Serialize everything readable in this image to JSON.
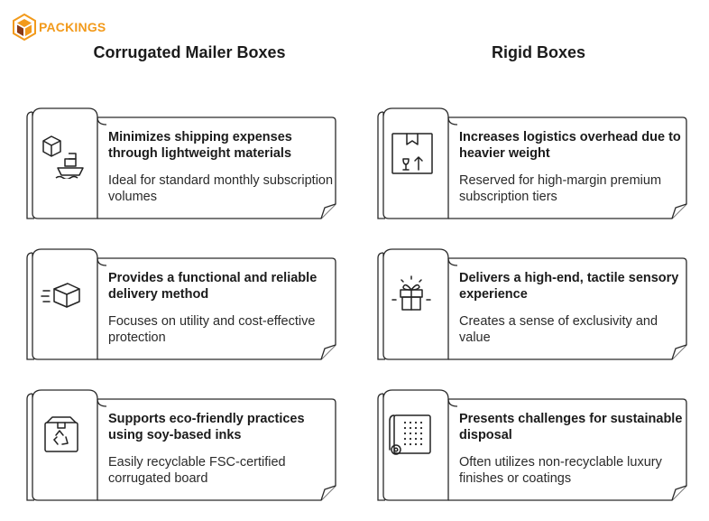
{
  "brand": {
    "name": "PACKINGS",
    "accent": "#f29a1b"
  },
  "columns": {
    "left": {
      "title": "Corrugated Mailer Boxes"
    },
    "right": {
      "title": "Rigid Boxes"
    }
  },
  "cards": {
    "left": [
      {
        "icon": "shipping-boxes-icon",
        "heading": "Minimizes shipping expenses through lightweight materials",
        "detail": "Ideal for standard monthly subscription volumes"
      },
      {
        "icon": "moving-box-icon",
        "heading": "Provides a functional and reliable delivery method",
        "detail": "Focuses on utility and cost-effective protection"
      },
      {
        "icon": "recycle-box-icon",
        "heading": "Supports eco-friendly practices using soy-based inks",
        "detail": "Easily recyclable FSC-certified corrugated board"
      }
    ],
    "right": [
      {
        "icon": "fragile-box-icon",
        "heading": "Increases logistics overhead due to heavier weight",
        "detail": "Reserved for high-margin premium subscription tiers"
      },
      {
        "icon": "gift-icon",
        "heading": "Delivers a high-end, tactile sensory experience",
        "detail": "Creates a sense of exclusivity and value"
      },
      {
        "icon": "fabric-roll-icon",
        "heading": "Presents challenges for sustainable disposal",
        "detail": "Often utilizes non-recyclable luxury finishes or coatings"
      }
    ]
  }
}
